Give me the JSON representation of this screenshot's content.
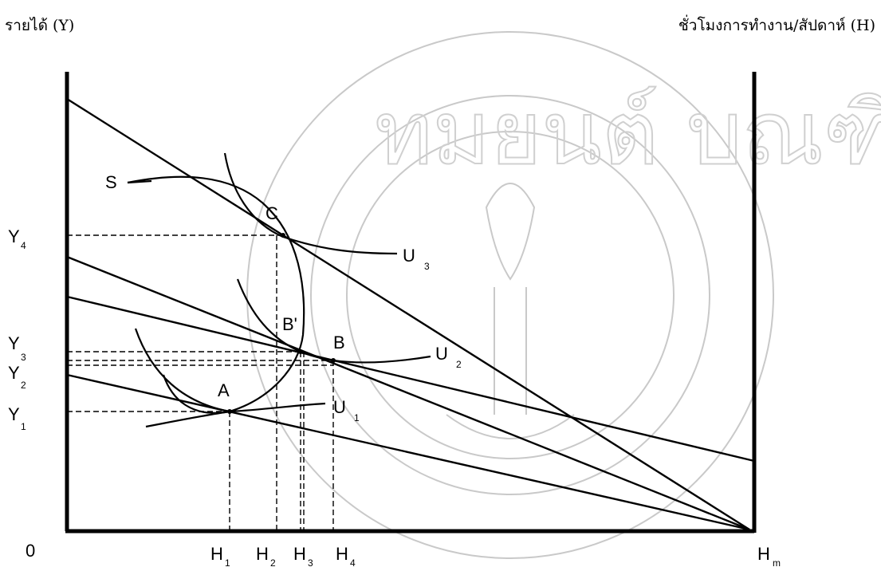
{
  "header": {
    "left_title": "รายได้ (Y)",
    "right_title": "ชั่วโมงการทำงาน/สัปดาห์ (H)"
  },
  "watermark": {
    "text": "ทมยนต์ บณฑิต"
  },
  "axes": {
    "origin": "0",
    "y_labels": [
      {
        "main": "Y",
        "sub": "4"
      },
      {
        "main": "Y",
        "sub": "3"
      },
      {
        "main": "Y",
        "sub": "2"
      },
      {
        "main": "Y",
        "sub": "1"
      }
    ],
    "x_labels": [
      {
        "main": "H",
        "sub": "1"
      },
      {
        "main": "H",
        "sub": "2"
      },
      {
        "main": "H",
        "sub": "3"
      },
      {
        "main": "H",
        "sub": "4"
      },
      {
        "main": "H",
        "sub": "m"
      }
    ]
  },
  "points": {
    "A": "A",
    "B": "B",
    "B_prime": "B'",
    "C": "C"
  },
  "curves": {
    "S": "S",
    "U1": {
      "main": "U",
      "sub": "1"
    },
    "U2": {
      "main": "U",
      "sub": "2"
    },
    "U3": {
      "main": "U",
      "sub": "3"
    }
  }
}
